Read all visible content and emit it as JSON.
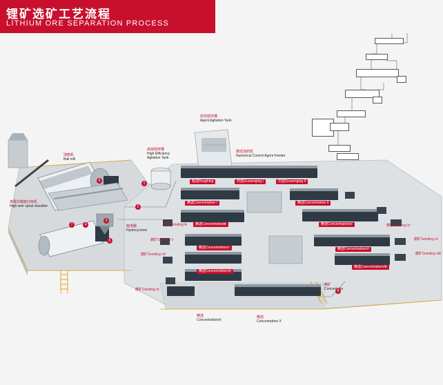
{
  "header": {
    "title_zh": "锂矿选矿工艺流程",
    "title_en": "LITHIUM ORE SEPARATION PROCESS"
  },
  "colors": {
    "brand_red": "#c8102e",
    "floor": "#d9dde0",
    "machine": "#2f3a45"
  },
  "labels": {
    "ball_mill": {
      "zh": "球磨机",
      "en": "Ball mill"
    },
    "classifier": {
      "zh": "高堰式螺旋分级机",
      "en": "High weir spiral classifier"
    },
    "agitation_tank": {
      "zh": "高效搅拌槽",
      "en1": "High-Efficiency",
      "en2": "Agitation Tank"
    },
    "agent_tank": {
      "zh": "药剂搅拌槽",
      "en": "Agent Agitation Tank"
    },
    "agent_feeder": {
      "zh": "数控加药机",
      "en": "Numerical Control Agent Feeder"
    },
    "hydrocyclone": {
      "zh": "旋流器",
      "en": "Hydrocyclone"
    },
    "concentrate": {
      "zh": "精矿",
      "en": "Concentrate"
    },
    "conc_ix": {
      "zh": "精选",
      "en": "ConcentrationⅨ"
    },
    "conc_x": {
      "zh": "精选",
      "en": "Concentration X"
    }
  },
  "tags": {
    "roughing": "粗选Roughing",
    "scav1": "扫选Scavenging I",
    "scav2": "扫选Scavenging II",
    "conc1": "精选Concentration I",
    "conc2": "精选Concentration II",
    "conc3": "精选ConcentrationⅢ",
    "conc4": "精选ConcentrationⅣ",
    "conc5": "精选ConcentrationⅤ",
    "conc6": "精选ConcentrationⅥ",
    "conc7": "精选ConcentrationⅦ",
    "conc8": "精选ConcentrationⅧ"
  },
  "grinding": {
    "g3": "磨矿Grinding Ⅲ",
    "g4": "磨矿Grinding Ⅳ",
    "g5": "磨矿Grinding Ⅴ",
    "g6": "磨矿Grinding Ⅵ",
    "g7": "磨矿Grinding Ⅶ",
    "g8": "磨矿Grinding Ⅷ",
    "g9": "磨矿Grinding Ⅸ"
  },
  "markers": [
    "1",
    "2",
    "3",
    "4",
    "5",
    "6",
    "7",
    "8"
  ]
}
